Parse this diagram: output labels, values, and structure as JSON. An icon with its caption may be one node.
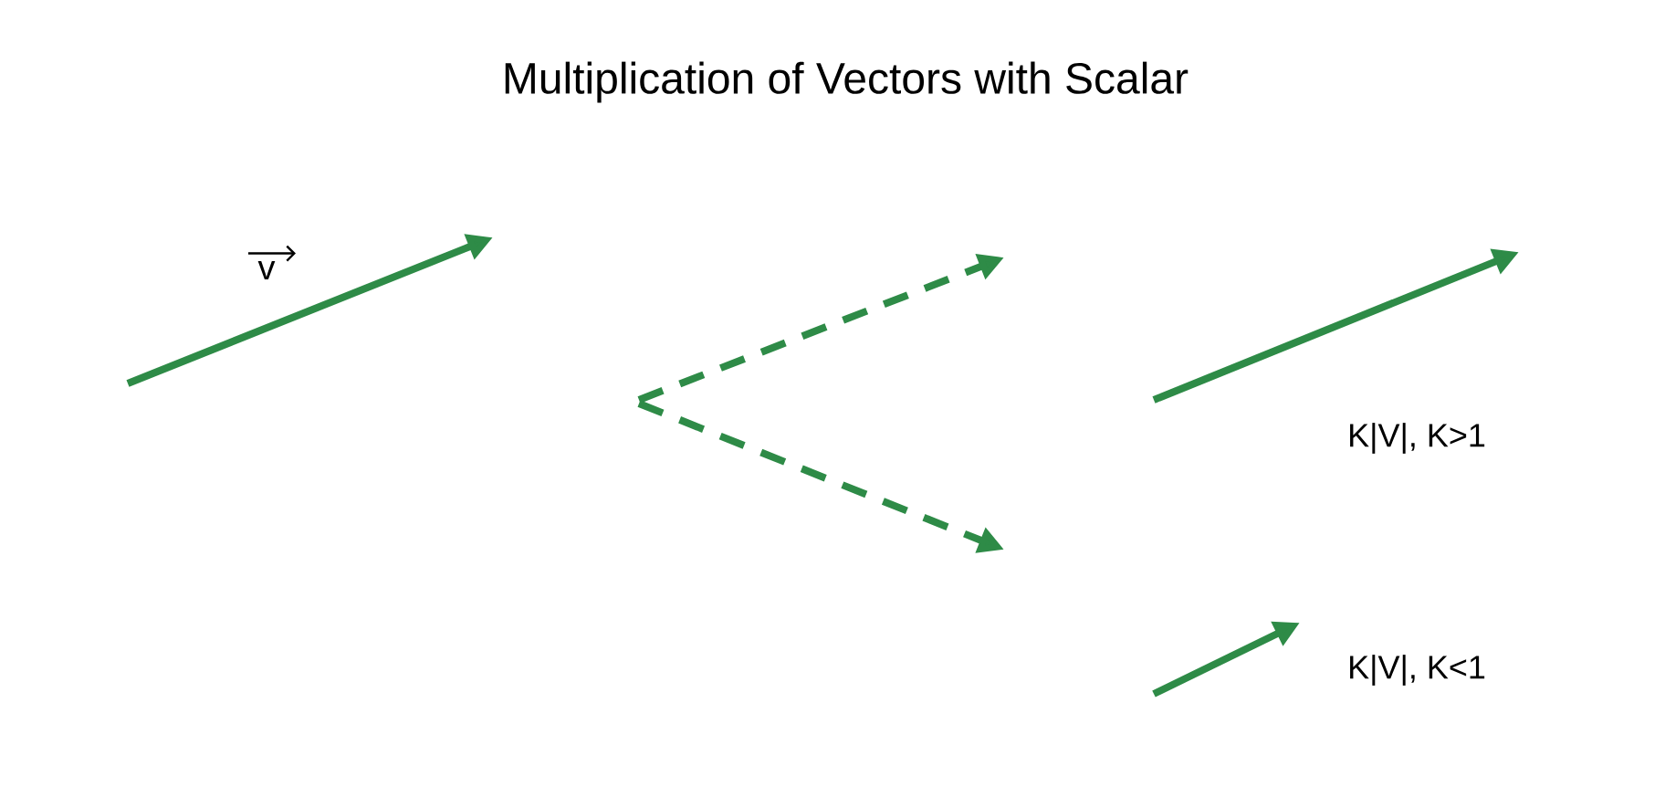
{
  "diagram": {
    "title": "Multiplication of Vectors with Scalar",
    "labels": [
      "v",
      "K|V|, K>1",
      "K|V|, K<1"
    ]
  }
}
